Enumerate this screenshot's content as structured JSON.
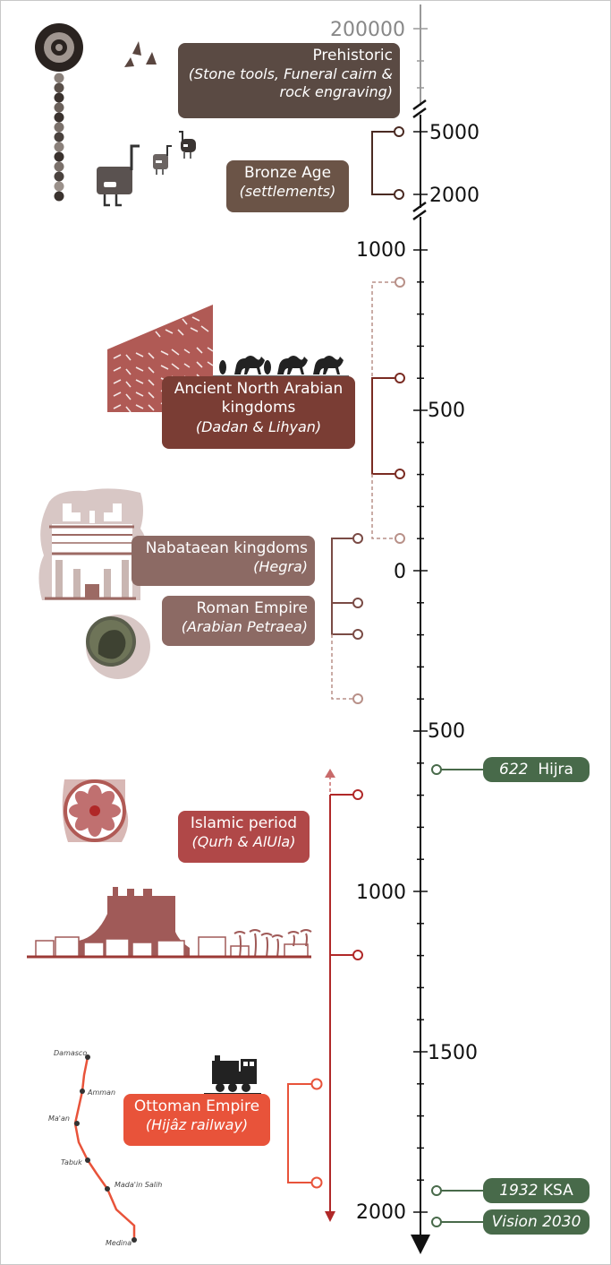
{
  "axis": {
    "ticks_top": [
      "200000"
    ],
    "ticks_break": [
      "5000",
      "2000"
    ],
    "ticks_main": [
      "1000",
      "500",
      "0",
      "500",
      "1000",
      "1500",
      "2000"
    ]
  },
  "periods": [
    {
      "id": "prehistoric",
      "title": "Prehistoric",
      "subtitle": "(Stone tools, Funeral cairn & rock engraving)",
      "color": "#5a4a43"
    },
    {
      "id": "bronze",
      "title": "Bronze Age",
      "subtitle": "(settlements)",
      "color": "#6b5447"
    },
    {
      "id": "anak",
      "title": "Ancient North Arabian kingdoms",
      "subtitle": "(Dadan & Lihyan)",
      "color": "#7a3d34"
    },
    {
      "id": "nabataean",
      "title": "Nabataean kingdoms",
      "subtitle": "(Hegra)",
      "color": "#8c6a64"
    },
    {
      "id": "roman",
      "title": "Roman  Empire",
      "subtitle": "(Arabian Petraea)",
      "color": "#8c6a64"
    },
    {
      "id": "islamic",
      "title": "Islamic period",
      "subtitle": "(Qurh & AlUla)",
      "color": "#b04848"
    },
    {
      "id": "ottoman",
      "title": "Ottoman Empire",
      "subtitle": "(Hijâz railway)",
      "color": "#e8533a"
    }
  ],
  "events": [
    {
      "num": "622",
      "label": "Hijra"
    },
    {
      "num": "1932",
      "label": "KSA"
    },
    {
      "num": "Vision 2030",
      "label": ""
    }
  ],
  "map": {
    "cities": [
      "Damasco",
      "Amman",
      "Ma'an",
      "Tabuk",
      "Mada'in Salih",
      "Medina"
    ]
  },
  "colors": {
    "axis": "#111111",
    "event_green": "#486a4a",
    "bronze_brown": "#4a2a22",
    "anak_red": "#7a2b22",
    "nab_brown": "#7a4b45",
    "islamic_red": "#b02828",
    "ottoman_orange": "#e8533a"
  }
}
